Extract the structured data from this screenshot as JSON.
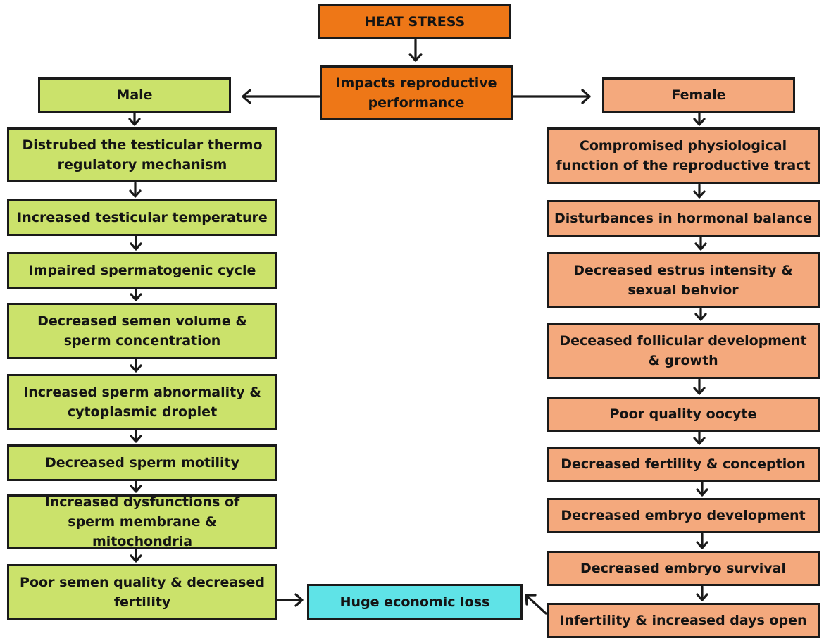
{
  "colors": {
    "root": "#ee7717",
    "male": "#cbe26b",
    "female": "#f4a97d",
    "outcome": "#5fe3e7",
    "stroke": "#1a1a1a"
  },
  "root": {
    "title": "HEAT STRESS",
    "impact": "Impacts reproductive performance"
  },
  "male": {
    "label": "Male",
    "steps": [
      "Distrubed the testicular thermo regulatory mechanism",
      "Increased testicular temperature",
      "Impaired spermatogenic cycle",
      "Decreased semen volume & sperm concentration",
      "Increased sperm abnormality & cytoplasmic droplet",
      "Decreased sperm motility",
      "Increased dysfunctions of sperm membrane & mitochondria",
      "Poor semen quality & decreased fertility"
    ]
  },
  "female": {
    "label": "Female",
    "steps": [
      "Compromised physiological function of the reproductive tract",
      "Disturbances in hormonal balance",
      "Decreased estrus intensity & sexual behvior",
      "Deceased follicular development & growth",
      "Poor quality oocyte",
      "Decreased fertility & conception",
      "Decreased embryo development",
      "Decreased embryo survival",
      "Infertility & increased days open"
    ]
  },
  "outcome": {
    "label": "Huge economic loss"
  }
}
